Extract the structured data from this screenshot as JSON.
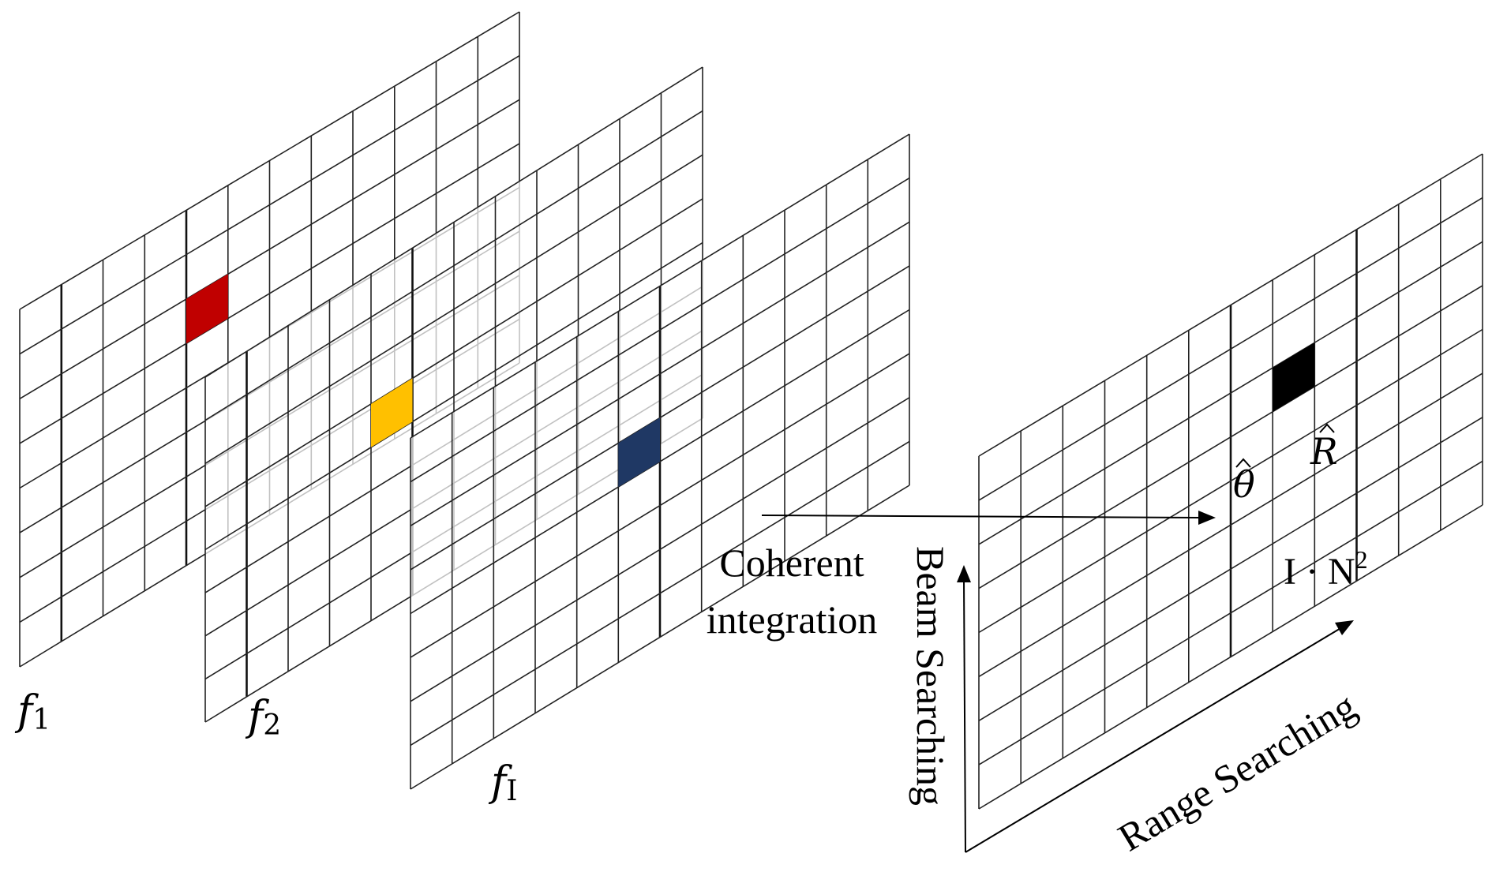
{
  "layers": [
    {
      "id": "f1",
      "label": "f",
      "subscript": "1"
    },
    {
      "id": "f2",
      "label": "f",
      "subscript": "2"
    },
    {
      "id": "fI",
      "label": "f",
      "subscript": "I"
    }
  ],
  "result": {
    "theta_label": "θ",
    "range_label": "R",
    "gain_label": "I · N",
    "gain_exponent": "2"
  },
  "arrow_label": {
    "line1": "Coherent",
    "line2": "integration"
  },
  "axes": {
    "beam": "Beam Searching",
    "range": "Range Searching"
  },
  "colors": {
    "cell_f1": "#c00000",
    "cell_f2": "#ffc000",
    "cell_fI": "#1f3864",
    "cell_result": "#000000"
  }
}
